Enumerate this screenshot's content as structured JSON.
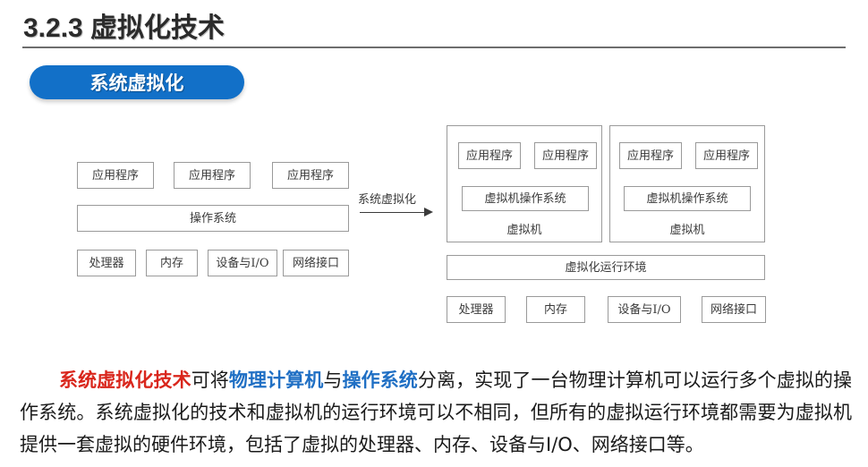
{
  "slide": {
    "title": "3.2.3 虚拟化技术",
    "badge_label": "系统虚拟化",
    "accent_blue": "#1270c8",
    "rule_color": "#6d6d6d"
  },
  "diagram": {
    "arrow": {
      "label": "系统虚拟化",
      "direction": "right"
    },
    "physical_stack": {
      "applications": [
        {
          "label": "应用程序"
        },
        {
          "label": "应用程序"
        },
        {
          "label": "应用程序"
        }
      ],
      "os": {
        "label": "操作系统"
      },
      "hardware": [
        {
          "label": "处理器"
        },
        {
          "label": "内存"
        },
        {
          "label": "设备与I/O"
        },
        {
          "label": "网络接口"
        }
      ]
    },
    "virtual_stack": {
      "vms": [
        {
          "applications": [
            {
              "label": "应用程序"
            },
            {
              "label": "应用程序"
            }
          ],
          "guest_os": {
            "label": "虚拟机操作系统"
          },
          "caption": "虚拟机"
        },
        {
          "applications": [
            {
              "label": "应用程序"
            },
            {
              "label": "应用程序"
            }
          ],
          "guest_os": {
            "label": "虚拟机操作系统"
          },
          "caption": "虚拟机"
        }
      ],
      "runtime": {
        "label": "虚拟化运行环境"
      },
      "hardware": [
        {
          "label": "处理器"
        },
        {
          "label": "内存"
        },
        {
          "label": "设备与I/O"
        },
        {
          "label": "网络接口"
        }
      ]
    }
  },
  "paragraph": {
    "segments": [
      {
        "text": "系统虚拟化技术",
        "style": "red-bold"
      },
      {
        "text": "可将",
        "style": "plain"
      },
      {
        "text": "物理计算机",
        "style": "blue-bold"
      },
      {
        "text": "与",
        "style": "plain"
      },
      {
        "text": "操作系统",
        "style": "blue-bold"
      },
      {
        "text": "分离，实现了一台物理计算机可以运行多个虚拟的操作系统。系统虚拟化的技术和虚拟机的运行环境可以不相同，但所有的虚拟运行环境都需要为虚拟机提供一套虚拟的硬件环境，包括了虚拟的处理器、内存、设备与I/O、网络接口等。",
        "style": "plain"
      }
    ],
    "colors": {
      "red": "#d9261c",
      "blue": "#1f6fc4",
      "plain": "#1a1a1a"
    }
  }
}
